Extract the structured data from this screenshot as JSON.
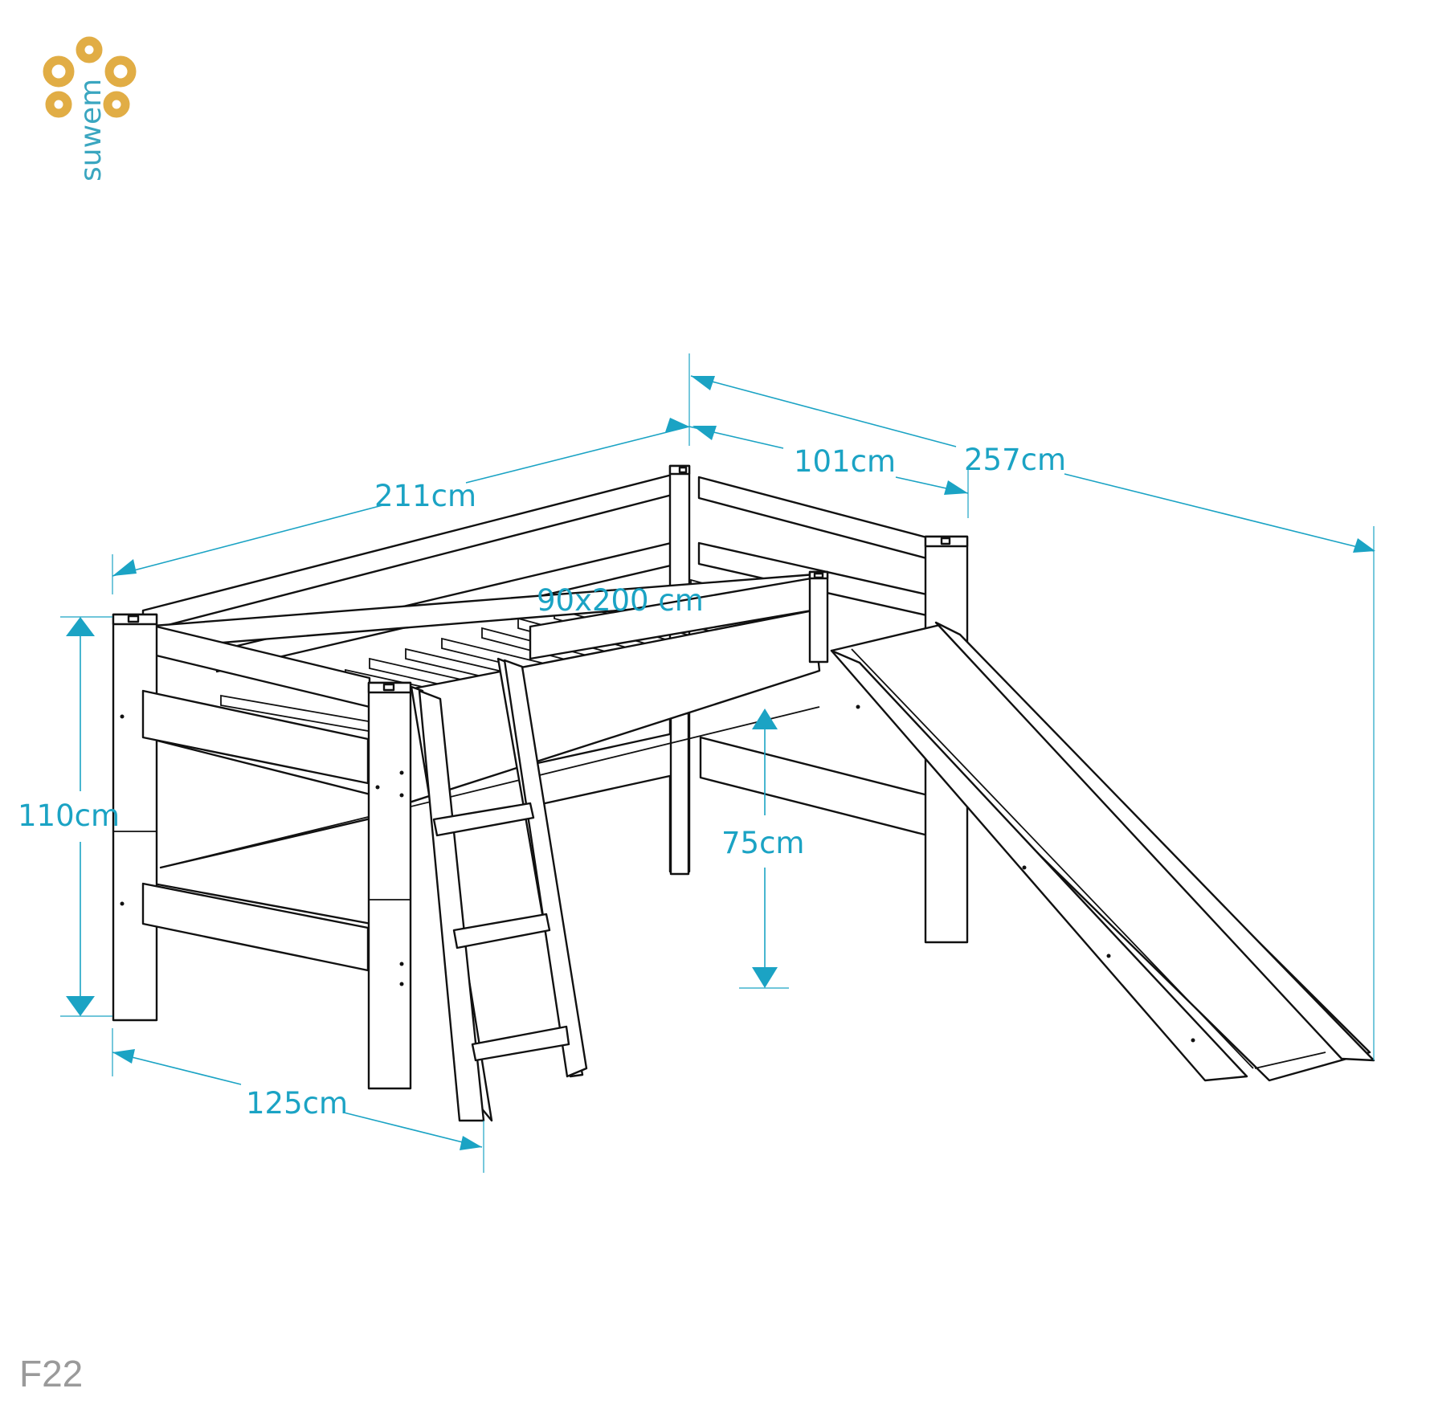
{
  "brand": {
    "name": "suwem",
    "colors": {
      "logo_circles": "#e1ad45",
      "logo_text": "#3aa6c0"
    }
  },
  "diagram": {
    "colors": {
      "dimension": "#1ba3c4",
      "lines": "#111111",
      "code": "#9a9a9a"
    },
    "dimensions": {
      "length": "211cm",
      "width": "101cm",
      "total_length": "257cm",
      "height": "110cm",
      "under_bed_height": "75cm",
      "ladder_depth": "125cm",
      "mattress": "90x200 cm"
    }
  },
  "product_code": "F22"
}
